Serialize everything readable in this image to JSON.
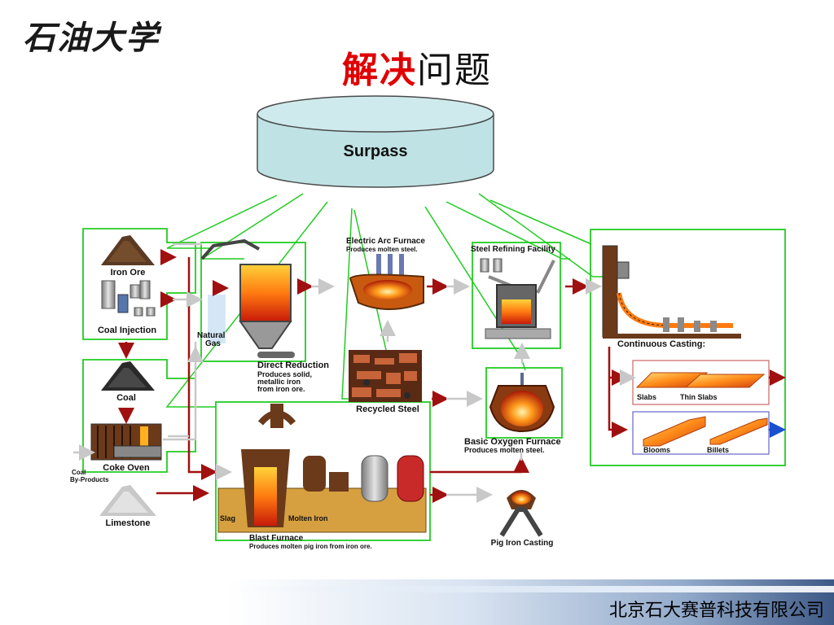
{
  "logo_text": "石油大学",
  "title": {
    "part_red": "解决",
    "part_black": "问题"
  },
  "cylinder_label": "Surpass",
  "labels": {
    "iron_ore": "Iron Ore",
    "coal_injection": "Coal Injection",
    "coal": "Coal",
    "coke_oven": "Coke Oven",
    "coal_byproducts_1": "Coal",
    "coal_byproducts_2": "By-Products",
    "limestone": "Limestone",
    "natural_gas_1": "Natural",
    "natural_gas_2": "Gas",
    "direct_reduction": "Direct Reduction",
    "direct_reduction_desc_1": "Produces solid,",
    "direct_reduction_desc_2": "metallic iron",
    "direct_reduction_desc_3": "from iron ore.",
    "electric_arc": "Electric Arc Furnace",
    "electric_arc_desc": "Produces molten steel.",
    "steel_refining": "Steel Refining Facility",
    "recycled_steel": "Recycled Steel",
    "basic_oxygen": "Basic Oxygen Furnace",
    "basic_oxygen_desc": "Produces molten steel.",
    "continuous_casting": "Continuous Casting:",
    "slabs": "Slabs",
    "thin_slabs": "Thin Slabs",
    "blooms": "Blooms",
    "billets": "Billets",
    "blast_furnace": "Blast Furnace",
    "blast_furnace_desc": "Produces molten pig iron from iron ore.",
    "slag": "Slag",
    "molten_iron": "Molten Iron",
    "pig_iron_casting": "Pig Iron Casting"
  },
  "footer": "北京石大赛普科技有限公司",
  "colors": {
    "highlight_box": "#22cc22",
    "cylinder_fill": "#bfe2e4",
    "arrow_red": "#a01010",
    "arrow_gray": "#bcbcbc",
    "title_red": "#e00000"
  }
}
